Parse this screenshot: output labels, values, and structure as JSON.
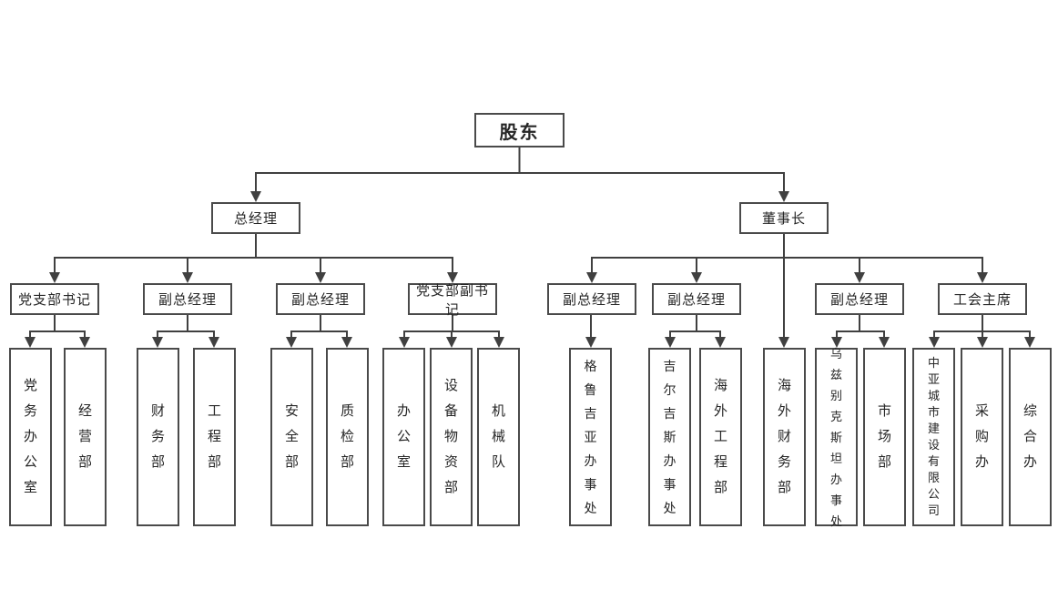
{
  "colors": {
    "box_border": "#4a4a4a",
    "box_fill": "#ffffff",
    "connector": "#404040",
    "text": "#262626",
    "background": "#ffffff"
  },
  "org_chart": {
    "root": {
      "label": "股东"
    },
    "branches": [
      {
        "label": "总经理",
        "children": [
          {
            "label": "党支部书记",
            "departments": [
              "党务办公室",
              "经营部"
            ]
          },
          {
            "label": "副总经理",
            "departments": [
              "财务部",
              "工程部"
            ]
          },
          {
            "label": "副总经理",
            "departments": [
              "安全部",
              "质检部"
            ]
          },
          {
            "label": "党支部副书记",
            "departments": [
              "办公室",
              "设备物资部",
              "机械队"
            ]
          }
        ]
      },
      {
        "label": "董事长",
        "children": [
          {
            "label": "副总经理",
            "departments": [
              "格鲁吉亚办事处"
            ]
          },
          {
            "label": "副总经理",
            "departments": [
              "吉尔吉斯办事处",
              "海外工程部"
            ]
          },
          {
            "label": "副总经理",
            "departments": [
              "乌兹别克斯坦办事处",
              "市场部"
            ]
          },
          {
            "label": "工会主席",
            "departments": [
              "中亚城市建设有限公司",
              "采购办",
              "综合办"
            ]
          }
        ],
        "direct_departments": [
          "海外财务部"
        ]
      }
    ]
  }
}
